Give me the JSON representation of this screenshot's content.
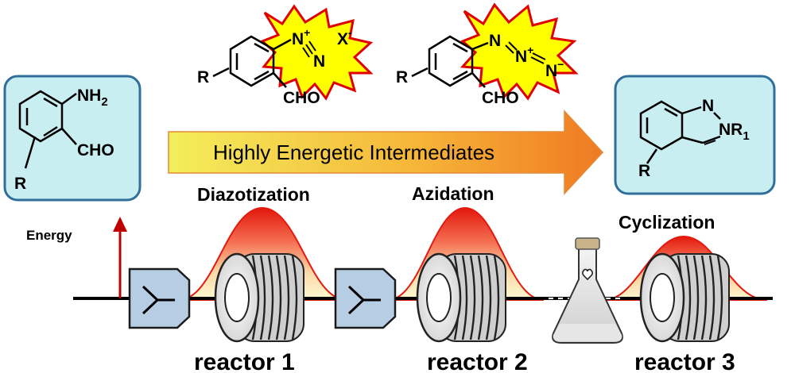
{
  "start_material": {
    "amine_group": "NH",
    "amine_subscript": "2",
    "aldehyde": "CHO",
    "substituent": "R"
  },
  "intermediate_diazonium": {
    "substituent": "R",
    "aldehyde": "CHO",
    "n1": "N",
    "n1_charge": "+",
    "n2": "N",
    "counterion": "X",
    "counterion_charge": "-"
  },
  "intermediate_azide": {
    "substituent": "R",
    "aldehyde": "CHO",
    "n1": "N",
    "n2": "N",
    "n2_charge": "+",
    "n3": "N",
    "n3_charge": "−"
  },
  "product": {
    "n_top": "N",
    "n_sub": "NR",
    "n_sub_index": "1",
    "substituent": "R"
  },
  "arrow_label": "Highly Energetic Intermediates",
  "energy_label": "Energy",
  "stages": {
    "diazotization": "Diazotization",
    "azidation": "Azidation",
    "cyclization": "Cyclization"
  },
  "reactors": {
    "reactor1": "reactor 1",
    "reactor2": "reactor 2",
    "reactor3": "reactor 3"
  },
  "colors": {
    "box_fill": "#c9eef2",
    "box_stroke": "#2f6f9a",
    "burst_fill": "#ffff00",
    "burst_stroke": "#e00000",
    "arrow_start": "#f5e94a",
    "arrow_end": "#f07a20",
    "peak_top": "#e31b0f",
    "peak_bottom": "#fdf7c8",
    "mixer_fill": "#b7cde4",
    "energy_arrow": "#c00000"
  }
}
